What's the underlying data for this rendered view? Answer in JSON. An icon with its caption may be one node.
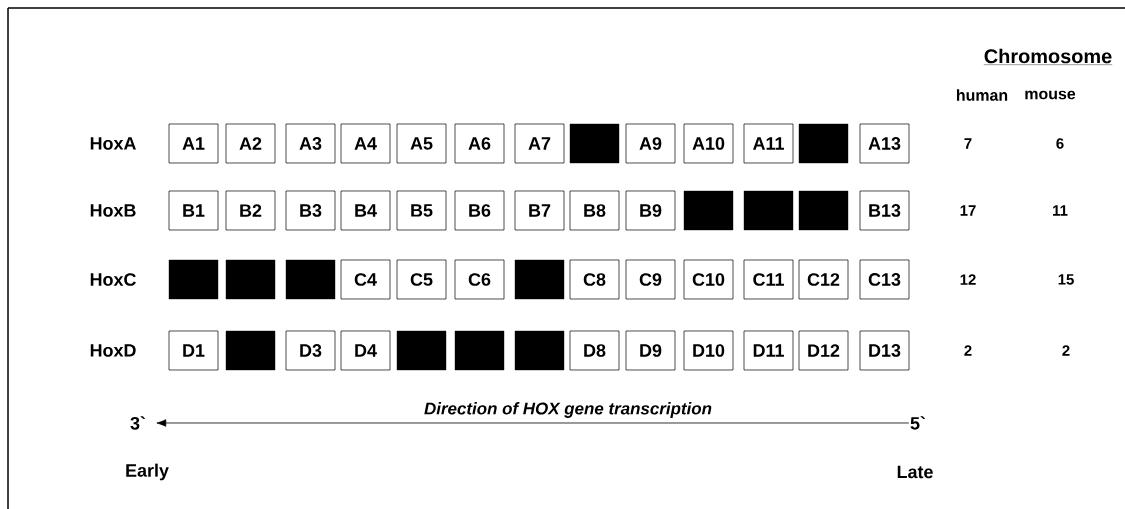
{
  "diagram": {
    "nodes": [
      {
        "text": [
          "A1"
        ]
      },
      {
        "text": [
          "A2"
        ]
      },
      {
        "text": [
          "A3"
        ]
      },
      {
        "text": [
          "A4"
        ]
      },
      {
        "text": [
          "A5"
        ]
      },
      {
        "text": [
          "A6"
        ]
      },
      {
        "text": [
          "A7"
        ]
      },
      {
        "text": [],
        "shape": "box"
      },
      {
        "text": [
          "A9"
        ]
      },
      {
        "text": [
          "A10"
        ]
      },
      {
        "text": [
          "A11"
        ]
      },
      {
        "text": [],
        "shape": "box"
      },
      {
        "text": [
          "A13"
        ]
      },
      {
        "text": [
          "B1"
        ]
      },
      {
        "text": [
          "B2"
        ]
      },
      {
        "text": [
          "B3"
        ]
      },
      {
        "text": [
          "B4"
        ]
      },
      {
        "text": [
          "B5"
        ]
      },
      {
        "text": [
          "B6"
        ]
      },
      {
        "text": [
          "B7"
        ]
      },
      {
        "text": [
          "B8"
        ]
      },
      {
        "text": [
          "B9"
        ]
      },
      {
        "text": [],
        "shape": "box"
      },
      {
        "text": [],
        "shape": "box"
      },
      {
        "text": [],
        "shape": "box"
      },
      {
        "text": [
          "B13"
        ]
      },
      {
        "text": [],
        "shape": "box"
      },
      {
        "text": [],
        "shape": "box"
      },
      {
        "text": [],
        "shape": "box"
      },
      {
        "text": [
          "C4"
        ]
      },
      {
        "text": [
          "C5"
        ]
      },
      {
        "text": [
          "C6"
        ]
      },
      {
        "text": [],
        "shape": "box"
      },
      {
        "text": [
          "C8"
        ]
      },
      {
        "text": [
          "C9"
        ]
      },
      {
        "text": [
          "C10"
        ]
      },
      {
        "text": [
          "C11"
        ]
      },
      {
        "text": [
          "C12"
        ]
      },
      {
        "text": [
          "C13"
        ]
      },
      {
        "text": [
          "D1"
        ]
      },
      {
        "text": [],
        "shape": "box"
      },
      {
        "text": [
          "D3"
        ]
      },
      {
        "text": [
          "D4"
        ]
      },
      {
        "text": [],
        "shape": "box"
      },
      {
        "text": [],
        "shape": "box"
      },
      {
        "text": [],
        "shape": "box"
      },
      {
        "text": [
          "D8"
        ]
      },
      {
        "text": [
          "D9"
        ]
      },
      {
        "text": [
          "D10"
        ]
      },
      {
        "text": [
          "D11"
        ]
      },
      {
        "text": [
          "D12"
        ]
      },
      {
        "text": [
          "D13"
        ]
      },
      {
        "text": [
          "3`"
        ]
      },
      {
        "text": [
          "5`"
        ]
      }
    ],
    "edges": [
      {
        "from": 53,
        "to": 52,
        "arrow": "to",
        "label": "Direction of HOX gene transcription"
      }
    ],
    "labels": [
      "Chromosome",
      "human",
      "mouse",
      "HoxA",
      "7",
      "6",
      "HoxB",
      "17",
      "11",
      "HoxC",
      "12",
      "15",
      "HoxD",
      "2",
      "2",
      "Early",
      "Late"
    ]
  }
}
